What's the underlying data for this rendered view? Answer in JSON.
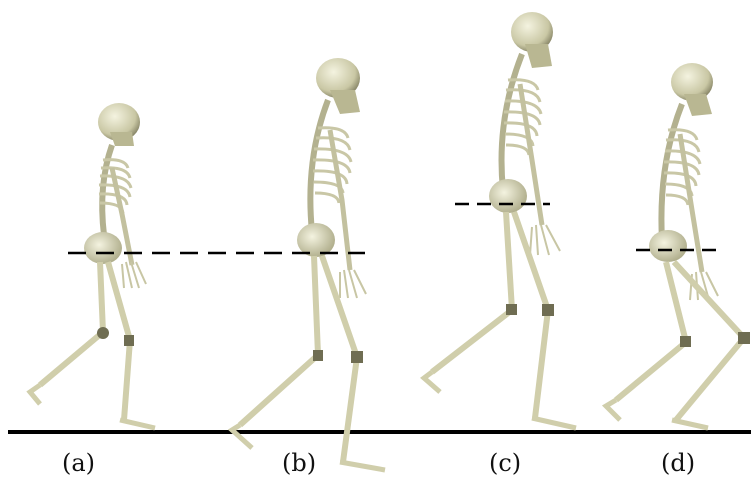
{
  "figure": {
    "panels": [
      {
        "id": "a",
        "label": "(a)"
      },
      {
        "id": "b",
        "label": "(b)"
      },
      {
        "id": "c",
        "label": "(c)"
      },
      {
        "id": "d",
        "label": "(d)"
      }
    ],
    "colors": {
      "bone": "#d8d6b4",
      "bone_shade": "#9c9a78",
      "joint": "#6f6d52",
      "skull": "#cfcfb0",
      "ground": "#000000",
      "dash": "#000000"
    }
  }
}
